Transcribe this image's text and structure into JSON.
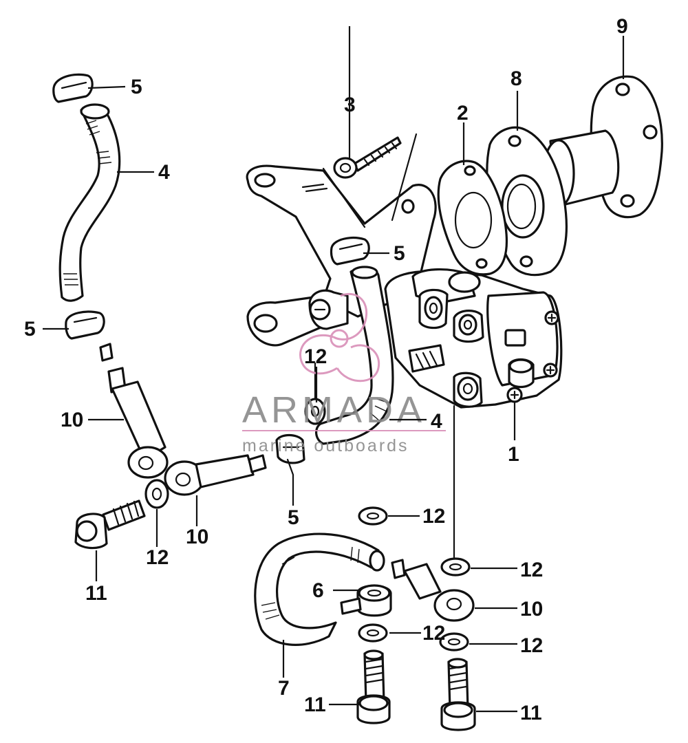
{
  "diagram": {
    "callouts": {
      "c1": "1",
      "c2": "2",
      "c3": "3",
      "c4a": "4",
      "c4b": "4",
      "c5a": "5",
      "c5b": "5",
      "c5c": "5",
      "c5d": "5",
      "c6": "6",
      "c7": "7",
      "c8": "8",
      "c9": "9",
      "c10a": "10",
      "c10b": "10",
      "c10c": "10",
      "c11a": "11",
      "c11b": "11",
      "c11c": "11",
      "c12a": "12",
      "c12b": "12",
      "c12c": "12",
      "c12d": "12",
      "c12e": "12",
      "c12f": "12"
    }
  },
  "watermark": {
    "brand": "ARMADA",
    "tagline": "marine outboards",
    "color": "#d98fb8"
  }
}
